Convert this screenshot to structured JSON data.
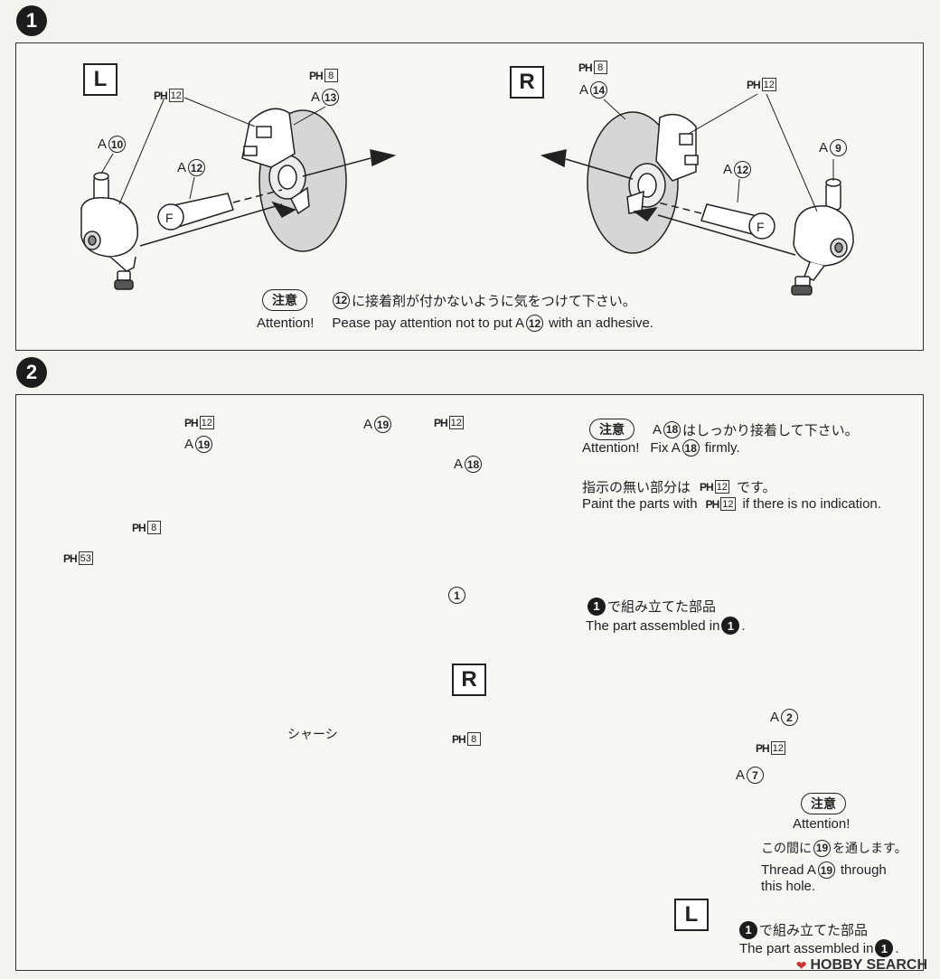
{
  "step1": {
    "number": "1",
    "left_side": "L",
    "right_side": "R",
    "parts": {
      "l_paint_ph12": "PH",
      "l_paint_ph12_num": "12",
      "l_ph8": "PH",
      "l_ph8_num": "8",
      "l_a13_letter": "A",
      "l_a13_num": "13",
      "l_a10_letter": "A",
      "l_a10_num": "10",
      "l_a12_letter": "A",
      "l_a12_num": "12",
      "r_ph8": "PH",
      "r_ph8_num": "8",
      "r_a14_letter": "A",
      "r_a14_num": "14",
      "r_ph12": "PH",
      "r_ph12_num": "12",
      "r_a9_letter": "A",
      "r_a9_num": "9",
      "r_a12_letter": "A",
      "r_a12_num": "12"
    },
    "caution_badge": "注意",
    "caution_jp_num": "12",
    "caution_jp": "に接着剤が付かないように気をつけて下さい。",
    "attention_label": "Attention!",
    "attention_en_a": "Pease pay attention not to put A",
    "attention_en_num": "12",
    "attention_en_b": "with an adhesive."
  },
  "step2": {
    "number": "2",
    "ph12_top": "PH",
    "ph12_top_num": "12",
    "a19_left_letter": "A",
    "a19_left_num": "19",
    "a19_mid_letter": "A",
    "a19_mid_num": "19",
    "ph12_mid": "PH",
    "ph12_mid_num": "12",
    "a18_letter": "A",
    "a18_num": "18",
    "ph8_left": "PH",
    "ph8_left_num": "8",
    "ph53": "PH",
    "ph53_num": "53",
    "part1_num": "1",
    "chassis_label": "シャーシ",
    "caution1_badge": "注意",
    "caution1_jp_letter": "A",
    "caution1_jp_num": "18",
    "caution1_jp": "はしっかり接着して下さい。",
    "attention1_label": "Attention!",
    "attention1_en_a": "Fix A",
    "attention1_en_num": "18",
    "attention1_en_b": "firmly.",
    "paint_jp_a": "指示の無い部分は",
    "paint_jp_ph": "PH",
    "paint_jp_num": "12",
    "paint_jp_b": "です。",
    "paint_en_a": "Paint the parts with",
    "paint_en_ph": "PH",
    "paint_en_num": "12",
    "paint_en_b": "if there is no indication.",
    "assembled_jp_num": "1",
    "assembled_jp": "で組み立てた部品",
    "assembled_en": "The part assembled in",
    "assembled_en_num": "1",
    "right_side": "R",
    "left_side": "L",
    "a2_letter": "A",
    "a2_num": "2",
    "ph8_right": "PH",
    "ph8_right_num": "8",
    "ph12_right": "PH",
    "ph12_right_num": "12",
    "a7_letter": "A",
    "a7_num": "7",
    "caution2_badge": "注意",
    "attention2_label": "Attention!",
    "caution2_jp_a": "この間に",
    "caution2_jp_num": "19",
    "caution2_jp_b": "を通します。",
    "attention2_en_a": "Thread A",
    "attention2_en_num": "19",
    "attention2_en_b": "through",
    "attention2_en_c": "this hole.",
    "assembled2_jp_num": "1",
    "assembled2_jp": "で組み立てた部品",
    "assembled2_en": "The part assembled in",
    "assembled2_en_num": "1"
  },
  "watermark": "HOBBY SEARCH"
}
